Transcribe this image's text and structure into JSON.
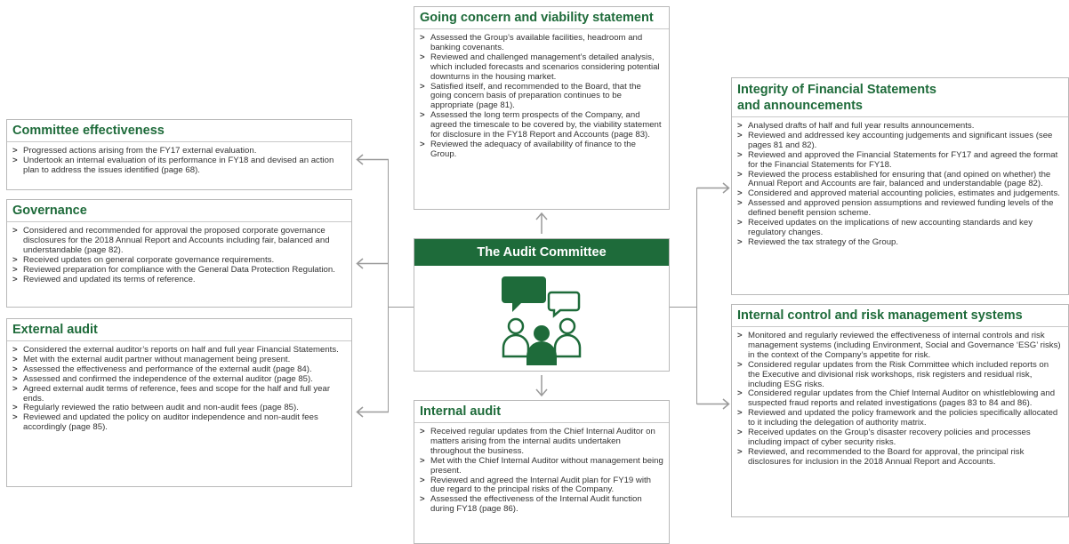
{
  "center": {
    "title": "The Audit Committee",
    "icon": "meeting-people-icon",
    "accent": "#1e6b3a"
  },
  "going_concern": {
    "title": "Going concern and viability statement",
    "items": [
      "Assessed the Group’s available facilities, headroom and banking covenants.",
      "Reviewed and challenged management’s detailed analysis, which included forecasts and scenarios considering potential downturns in the housing market.",
      "Satisfied itself, and recommended to the Board, that the going concern basis of preparation continues to be appropriate (page 81).",
      "Assessed the long term prospects of the Company, and agreed the timescale to be covered by, the viability statement for disclosure in the FY18 Report and Accounts (page 83).",
      "Reviewed the adequacy of availability of finance to the Group."
    ]
  },
  "committee_effectiveness": {
    "title": "Committee effectiveness",
    "items": [
      "Progressed actions arising from the FY17 external evaluation.",
      "Undertook an internal evaluation of its performance in FY18 and devised an action plan to address the issues identified (page 68)."
    ]
  },
  "governance": {
    "title": "Governance",
    "items": [
      "Considered and recommended for approval the proposed corporate governance disclosures for the 2018 Annual Report and Accounts including fair, balanced and understandable (page 82).",
      "Received updates on general corporate governance requirements.",
      "Reviewed preparation for compliance with the General Data Protection Regulation.",
      "Reviewed and updated its terms of reference."
    ]
  },
  "external_audit": {
    "title": "External audit",
    "items": [
      "Considered the external auditor’s reports on half and full year Financial Statements.",
      "Met with the external audit partner without management being present.",
      "Assessed the effectiveness and performance of the external audit (page 84).",
      "Assessed and confirmed the independence of the external auditor (page 85).",
      "Agreed external audit terms of reference, fees and scope for the half and full year ends.",
      "Regularly reviewed the ratio between audit and non-audit fees (page 85).",
      "Reviewed and updated the policy on auditor independence and non-audit fees accordingly (page 85)."
    ]
  },
  "integrity": {
    "title_line1": "Integrity of Financial Statements",
    "title_line2": "and announcements",
    "items": [
      "Analysed drafts of half and full year results announcements.",
      "Reviewed and addressed key accounting judgements and significant issues (see pages 81 and 82).",
      "Reviewed and approved the Financial Statements for FY17 and agreed the format for the Financial Statements for FY18.",
      "Reviewed the process established for ensuring that (and opined on whether) the Annual Report and Accounts are fair, balanced and understandable (page 82).",
      "Considered and approved material accounting policies, estimates and judgements.",
      "Assessed and approved pension assumptions and reviewed funding levels of the defined benefit pension scheme.",
      "Received updates on the implications of new accounting standards and key regulatory changes.",
      "Reviewed the tax strategy of the Group."
    ]
  },
  "internal_control": {
    "title": "Internal control and risk management systems",
    "items": [
      "Monitored and regularly reviewed the effectiveness of internal controls and risk management systems (including Environment, Social and Governance ‘ESG’ risks) in the context of the Company’s appetite for risk.",
      "Considered regular updates from the Risk Committee which included reports on the Executive and divisional risk workshops, risk registers and residual risk, including ESG risks.",
      "Considered regular updates from the Chief Internal Auditor on whistleblowing and suspected fraud reports and related investigations (pages 83 to 84 and 86).",
      "Reviewed and updated the policy framework and the policies specifically allocated to it including the delegation of authority matrix.",
      "Received updates on the Group’s disaster recovery policies and processes including impact of cyber security risks.",
      "Reviewed, and recommended to the Board for approval, the principal risk disclosures for inclusion in the 2018 Annual Report and Accounts."
    ]
  },
  "internal_audit": {
    "title": "Internal audit",
    "items": [
      "Received regular updates from the Chief Internal Auditor on matters arising from the internal audits undertaken throughout the business.",
      "Met with the Chief Internal Auditor without management being present.",
      "Reviewed and agreed the Internal Audit plan for FY19 with due regard to the principal risks of the Company.",
      "Assessed the effectiveness of the Internal Audit function during FY18 (page 86)."
    ]
  }
}
